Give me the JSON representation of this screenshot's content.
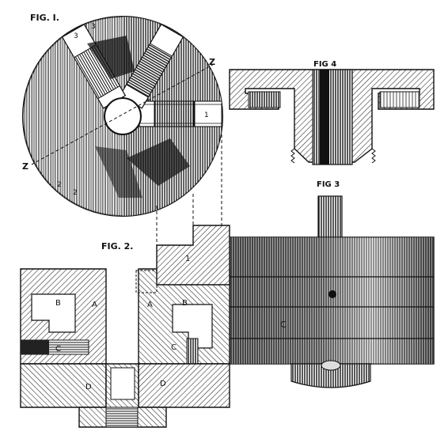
{
  "figures": {
    "fig1": {
      "title": "FIG. I.",
      "axis_marks": [
        "Z",
        "Z"
      ],
      "jaw_numbers": [
        "3",
        "3",
        "1",
        "2",
        "2"
      ]
    },
    "fig2": {
      "title": "FIG. 2.",
      "part_labels": [
        "1",
        "A",
        "B",
        "C",
        "D",
        "A",
        "B",
        "C",
        "D"
      ]
    },
    "fig3": {
      "title": "FIG 3",
      "part_labels": [
        "C"
      ]
    },
    "fig4": {
      "title": "FIG 4"
    }
  },
  "colors": {
    "ink": "#111111",
    "paper": "#ffffff",
    "hatch": "#333333"
  }
}
